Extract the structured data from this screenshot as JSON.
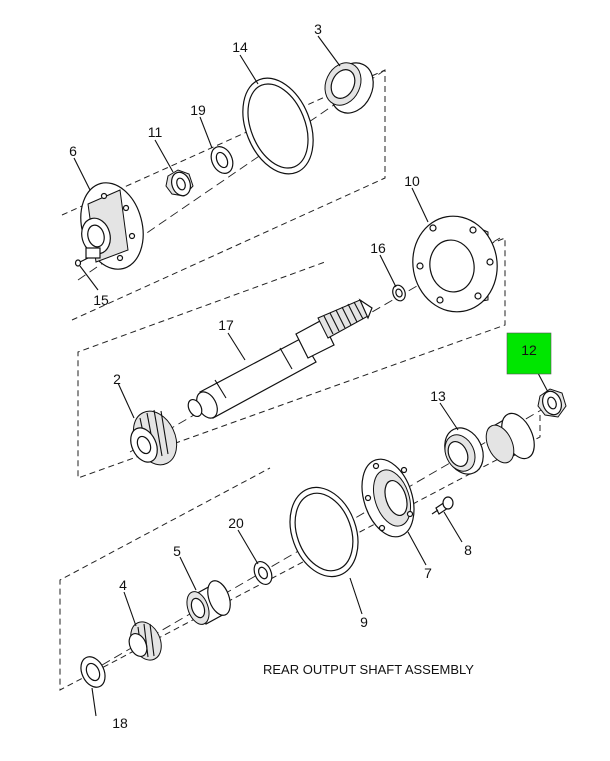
{
  "caption": "REAR OUTPUT SHAFT ASSEMBLY",
  "highlight_color": "#00e600",
  "highlighted_callout": "12",
  "callouts": {
    "c1": "2",
    "c2": "3",
    "c3": "4",
    "c4": "5",
    "c5": "6",
    "c6": "7",
    "c7": "8",
    "c8": "9",
    "c9": "10",
    "c10": "11",
    "c11": "12",
    "c12": "13",
    "c13": "14",
    "c14": "15",
    "c15": "16",
    "c16": "17",
    "c17": "18",
    "c18": "19",
    "c19": "20"
  }
}
